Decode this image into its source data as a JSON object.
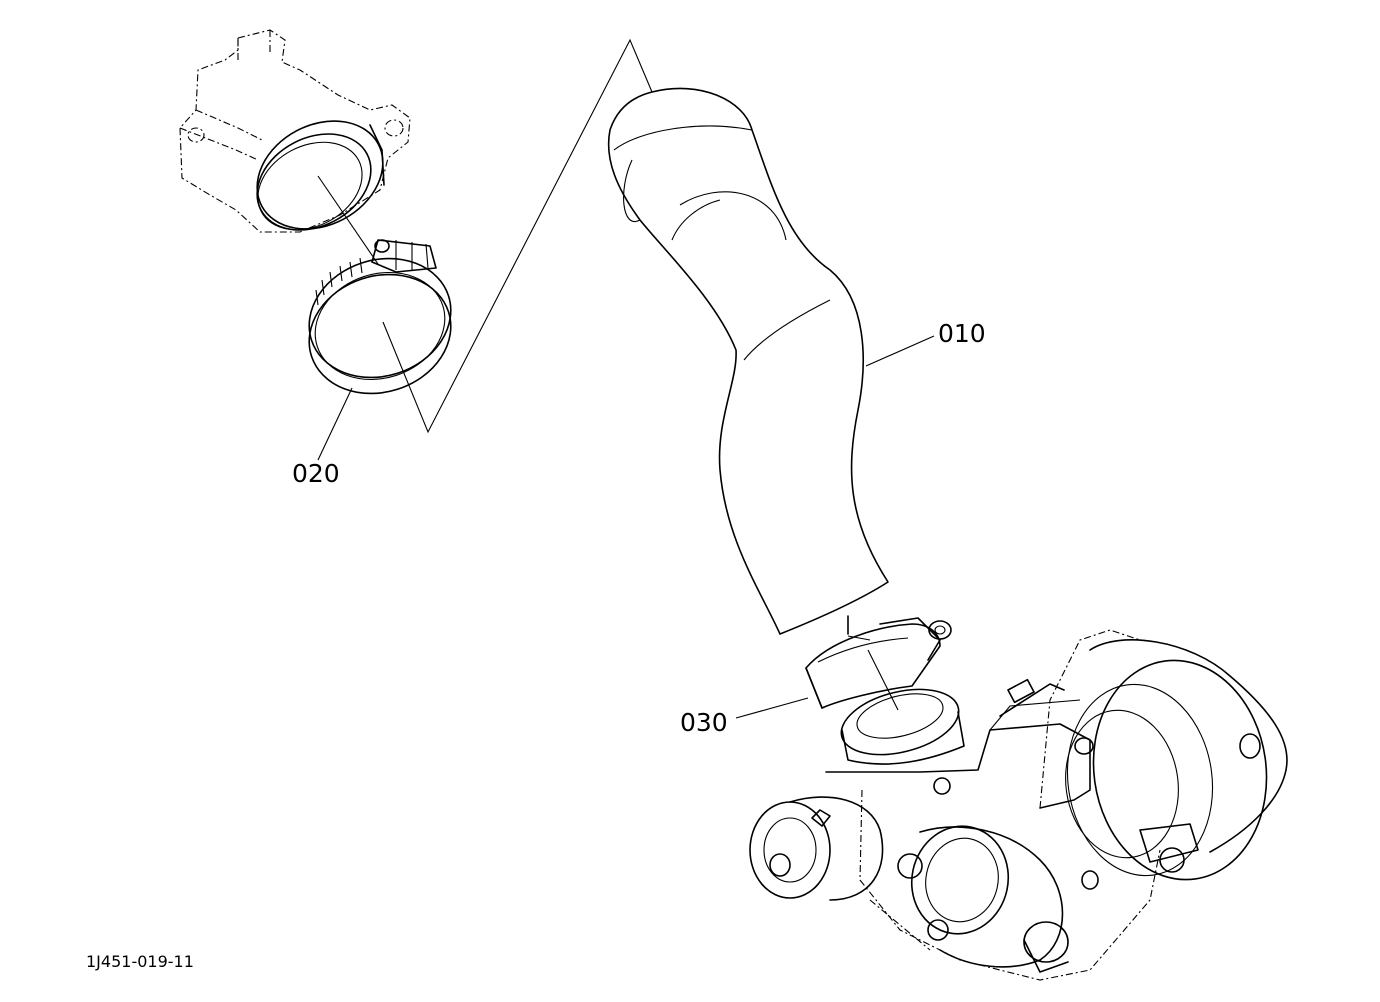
{
  "parts": [
    {
      "id": "part-010",
      "label": "010"
    },
    {
      "id": "part-020",
      "label": "020"
    },
    {
      "id": "part-030",
      "label": "030"
    }
  ],
  "drawing_code": "1J451-019-11"
}
